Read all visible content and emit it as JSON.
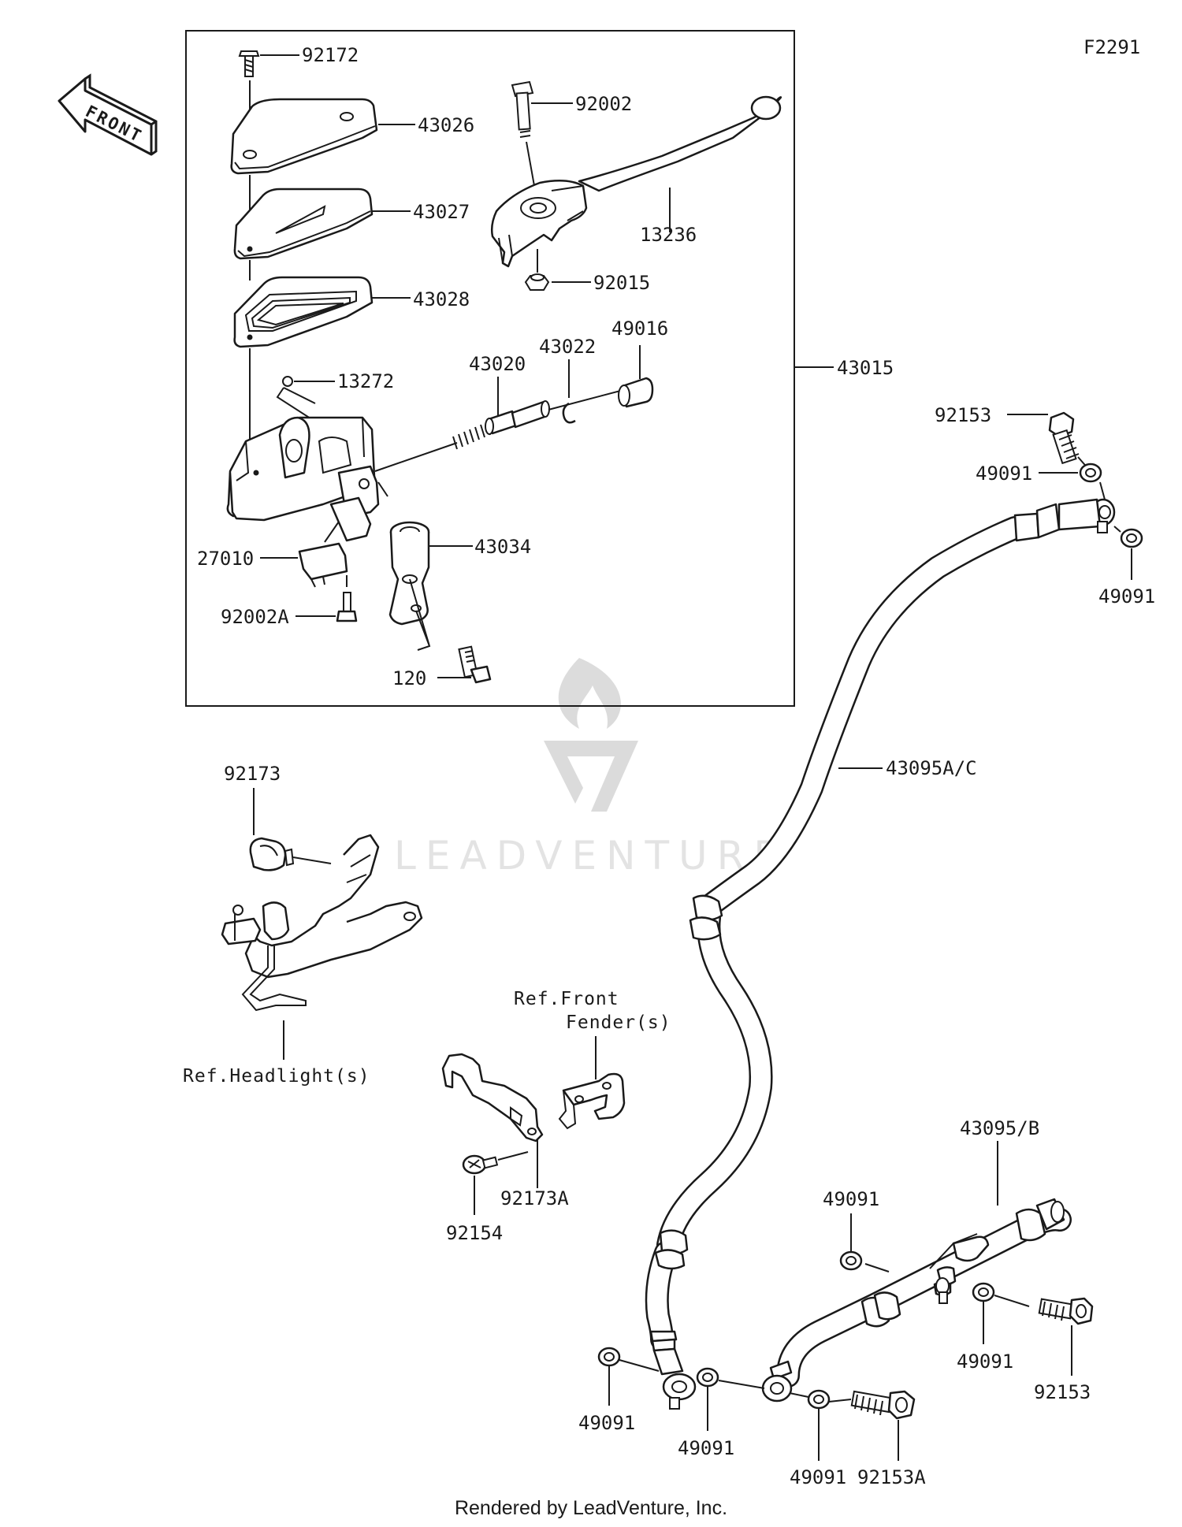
{
  "diagram_code": "F2291",
  "front_label": "FRONT",
  "footer": "Rendered by LeadVenture, Inc.",
  "watermark": "LEADVENTURE",
  "assembly_number": "43015",
  "parts": {
    "p92172": "92172",
    "p43026": "43026",
    "p43027": "43027",
    "p43028": "43028",
    "p13272": "13272",
    "p92002": "92002",
    "p13236": "13236",
    "p92015": "92015",
    "p43020": "43020",
    "p43022": "43022",
    "p49016": "49016",
    "p43034": "43034",
    "p27010": "27010",
    "p92002A": "92002A",
    "p120": "120",
    "p92153_top": "92153",
    "p49091_a": "49091",
    "p49091_b": "49091",
    "p43095AC": "43095A/C",
    "p92173": "92173",
    "p92173A": "92173A",
    "p92154": "92154",
    "p43095B": "43095/B",
    "p49091_c": "49091",
    "p49091_d": "49091",
    "p92153_bot": "92153",
    "p49091_e": "49091",
    "p49091_f": "49091",
    "p49091_g": "49091",
    "p92153A": "92153A"
  },
  "references": {
    "headlight": "Ref.Headlight(s)",
    "front_fender_1": "Ref.Front",
    "front_fender_2": "Fender(s)"
  }
}
